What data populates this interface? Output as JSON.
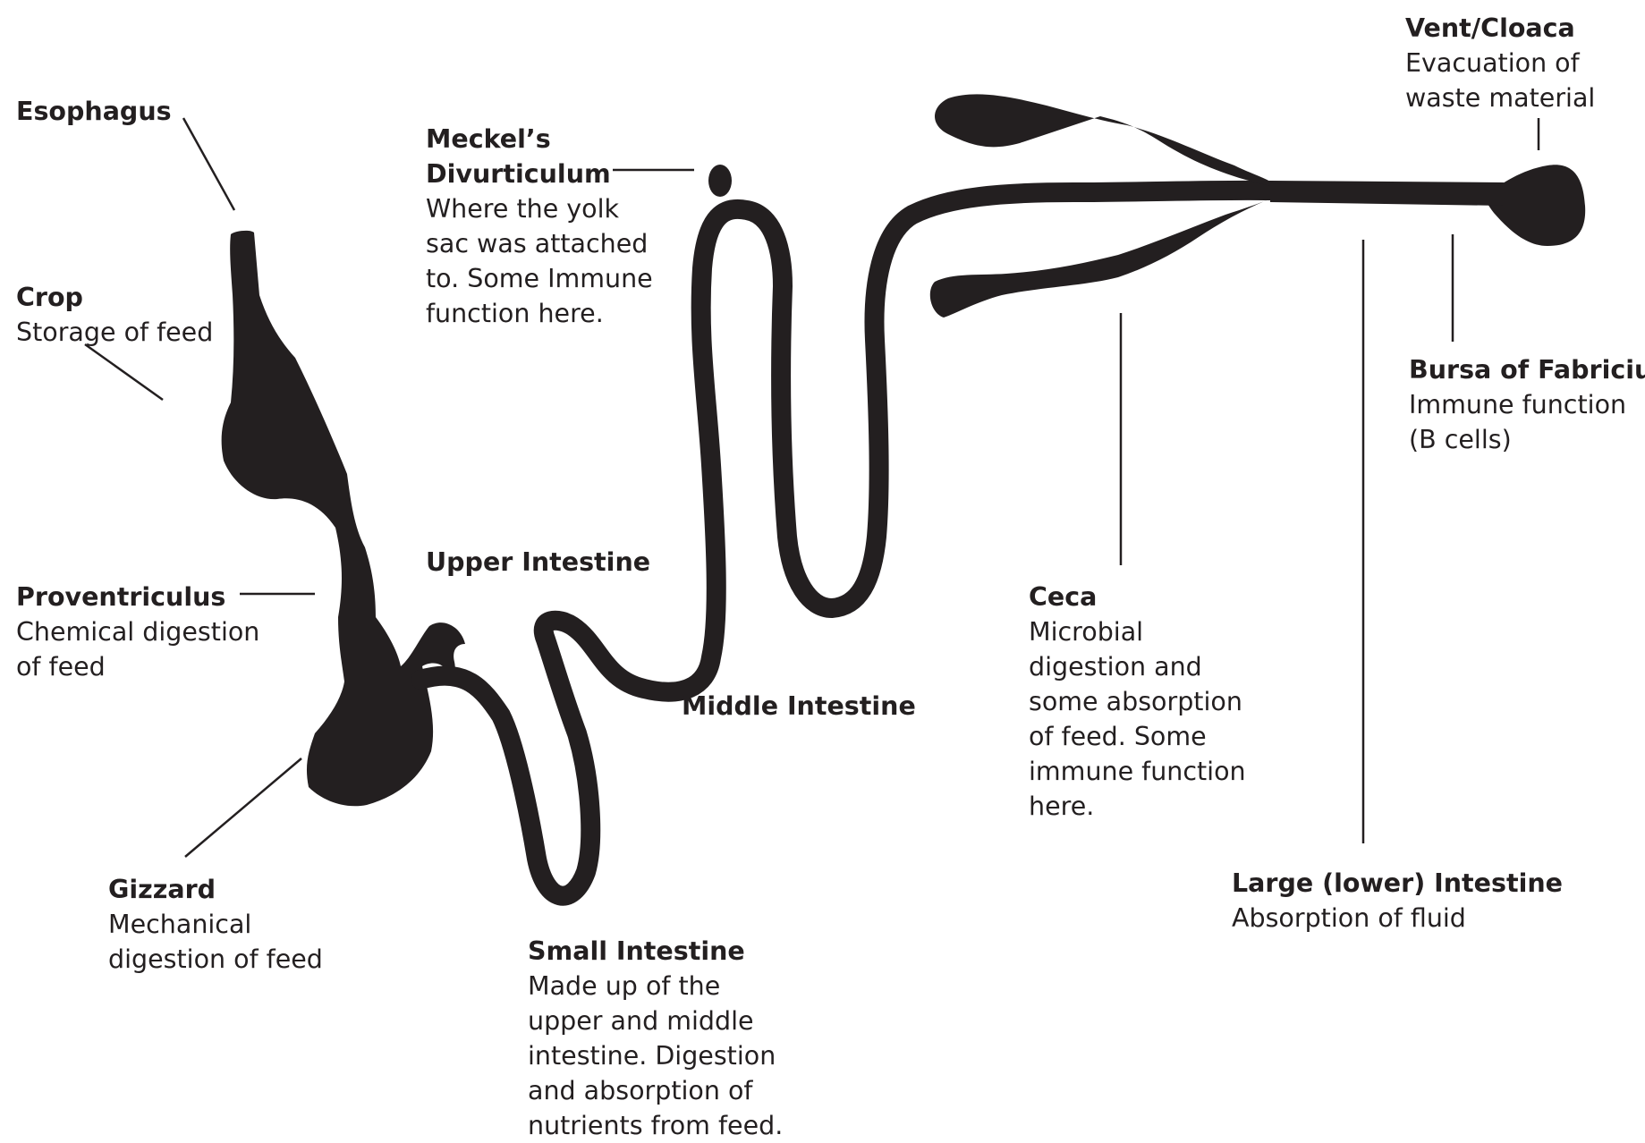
{
  "colors": {
    "tract": "#231f20",
    "text": "#231f20",
    "background": "#ffffff"
  },
  "labels": {
    "esophagus": {
      "title": "Esophagus"
    },
    "crop": {
      "title": "Crop",
      "desc": "Storage of feed"
    },
    "proventriculus": {
      "title": "Proventriculus",
      "desc": "Chemical digestion\nof feed"
    },
    "gizzard": {
      "title": "Gizzard",
      "desc": "Mechanical\ndigestion of feed"
    },
    "meckels": {
      "title": "Meckel’s\nDivurticulum",
      "desc": "Where the yolk\nsac was attached\nto. Some Immune\nfunction here."
    },
    "upper_intestine": {
      "title": "Upper Intestine"
    },
    "middle_intestine": {
      "title": "Middle Intestine"
    },
    "small_intestine": {
      "title": "Small Intestine",
      "desc": "Made up of the\nupper and middle\nintestine.  Digestion\nand absorption of\nnutrients from feed."
    },
    "ceca": {
      "title": "Ceca",
      "desc": "Microbial\ndigestion and\nsome absorption\nof feed. Some\nimmune function\nhere."
    },
    "large_intestine": {
      "title": "Large (lower) Intestine",
      "desc": "Absorption of fluid"
    },
    "vent": {
      "title": "Vent/Cloaca",
      "desc": "Evacuation of\nwaste material"
    },
    "bursa": {
      "title": "Bursa of Fabricius",
      "desc": "Immune function\n(B cells)"
    }
  }
}
